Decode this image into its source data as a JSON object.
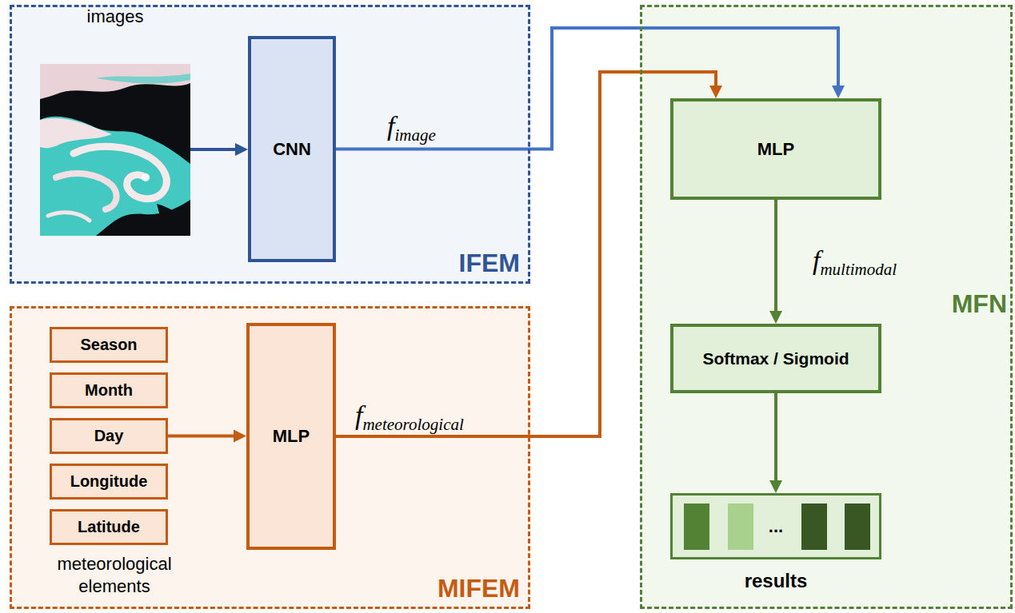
{
  "diagram": {
    "nodes": [
      {
        "text": [
          "IFEM"
        ]
      },
      {
        "text": [
          "images"
        ],
        "in": 0
      },
      {
        "text": [
          "CNN"
        ],
        "in": 0
      },
      {
        "text": [
          "MIFEM"
        ]
      },
      {
        "text": [
          "Season"
        ],
        "in": 3
      },
      {
        "text": [
          "Month"
        ],
        "in": 3
      },
      {
        "text": [
          "Day"
        ],
        "in": 3
      },
      {
        "text": [
          "Longitude"
        ],
        "in": 3
      },
      {
        "text": [
          "Latitude"
        ],
        "in": 3
      },
      {
        "text": [
          "MLP"
        ],
        "in": 3
      },
      {
        "text": [
          "MFN"
        ]
      },
      {
        "text": [
          "MLP"
        ],
        "in": 10
      },
      {
        "text": [
          "Softmax / Sigmoid"
        ],
        "in": 10
      },
      {
        "text": [
          "...",
          "results"
        ],
        "in": 10
      }
    ],
    "edges": [
      {
        "from": 1,
        "to": 2,
        "arrow": "to"
      },
      {
        "from": 6,
        "to": 9,
        "arrow": "to"
      },
      {
        "from": 2,
        "to": 11,
        "arrow": "to",
        "label": "fimage"
      },
      {
        "from": 9,
        "to": 11,
        "arrow": "to",
        "label": "fmeteorological"
      },
      {
        "from": 11,
        "to": 12,
        "arrow": "to",
        "label": "fmultimodal"
      },
      {
        "from": 12,
        "to": 13,
        "arrow": "to"
      }
    ],
    "labels": [
      "meteorological elements"
    ]
  }
}
